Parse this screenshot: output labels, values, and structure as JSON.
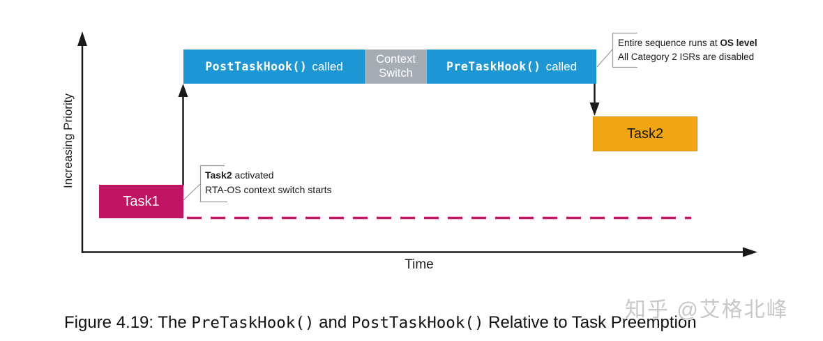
{
  "diagram": {
    "y_axis_label": "Increasing Priority",
    "x_axis_label": "Time",
    "task1": {
      "label": "Task1"
    },
    "task2": {
      "label": "Task2"
    },
    "timeline_bar": {
      "post_hook_code": "PostTaskHook()",
      "post_hook_suffix": "called",
      "context_switch": "Context Switch",
      "pre_hook_code": "PreTaskHook()",
      "pre_hook_suffix": "called"
    },
    "callout_activation": {
      "line1_bold": "Task2",
      "line1_rest": " activated",
      "line2": "RTA-OS context switch starts"
    },
    "callout_os_level": {
      "line1_prefix": "Entire sequence runs at ",
      "line1_bold": "OS level",
      "line2": "All Category 2 ISRs are disabled"
    },
    "colors": {
      "c-blue": "#1e96d3",
      "c-gray": "#a5acb3",
      "c-magenta": "#c01562",
      "c-orange": "#f2a616",
      "c-ink": "#1a1a1a",
      "c-leader": "#999999",
      "c-watermark": "#c8c8c8"
    }
  },
  "caption": {
    "prefix": "Figure 4.19: The ",
    "code1": "PreTaskHook()",
    "middle": " and ",
    "code2": "PostTaskHook()",
    "suffix": " Relative to Task Preemption"
  },
  "watermark": {
    "text": "知乎 @艾格北峰"
  }
}
